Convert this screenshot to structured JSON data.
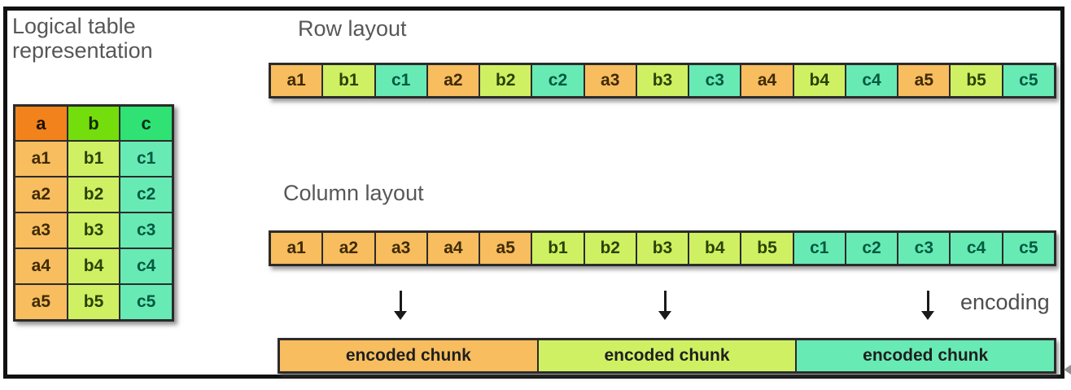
{
  "colors": {
    "frame_border": "#111111",
    "title_text": "#575757",
    "border_dark": "#2b2b2b",
    "header_a_bg": "#f1821c",
    "header_b_bg": "#74de0d",
    "header_c_bg": "#2fe273",
    "cell_a_bg": "#f7bd5e",
    "cell_b_bg": "#cff063",
    "cell_c_bg": "#68eab5",
    "text_a": "#3f2a06",
    "text_b": "#2a4206",
    "text_c": "#015a40",
    "arrow": "#1a1a1a"
  },
  "logical_table": {
    "title": "Logical table representation",
    "headers": [
      "a",
      "b",
      "c"
    ],
    "rows": [
      [
        "a1",
        "b1",
        "c1"
      ],
      [
        "a2",
        "b2",
        "c2"
      ],
      [
        "a3",
        "b3",
        "c3"
      ],
      [
        "a4",
        "b4",
        "c4"
      ],
      [
        "a5",
        "b5",
        "c5"
      ]
    ]
  },
  "row_layout": {
    "title": "Row layout",
    "cells": [
      "a1",
      "b1",
      "c1",
      "a2",
      "b2",
      "c2",
      "a3",
      "b3",
      "c3",
      "a4",
      "b4",
      "c4",
      "a5",
      "b5",
      "c5"
    ]
  },
  "column_layout": {
    "title": "Column layout",
    "cells": [
      "a1",
      "a2",
      "a3",
      "a4",
      "a5",
      "b1",
      "b2",
      "b3",
      "b4",
      "b5",
      "c1",
      "c2",
      "c3",
      "c4",
      "c5"
    ]
  },
  "encoding": {
    "label": "encoding",
    "chunks": [
      {
        "label": "encoded chunk",
        "type": "a"
      },
      {
        "label": "encoded chunk",
        "type": "b"
      },
      {
        "label": "encoded chunk",
        "type": "c"
      }
    ]
  }
}
